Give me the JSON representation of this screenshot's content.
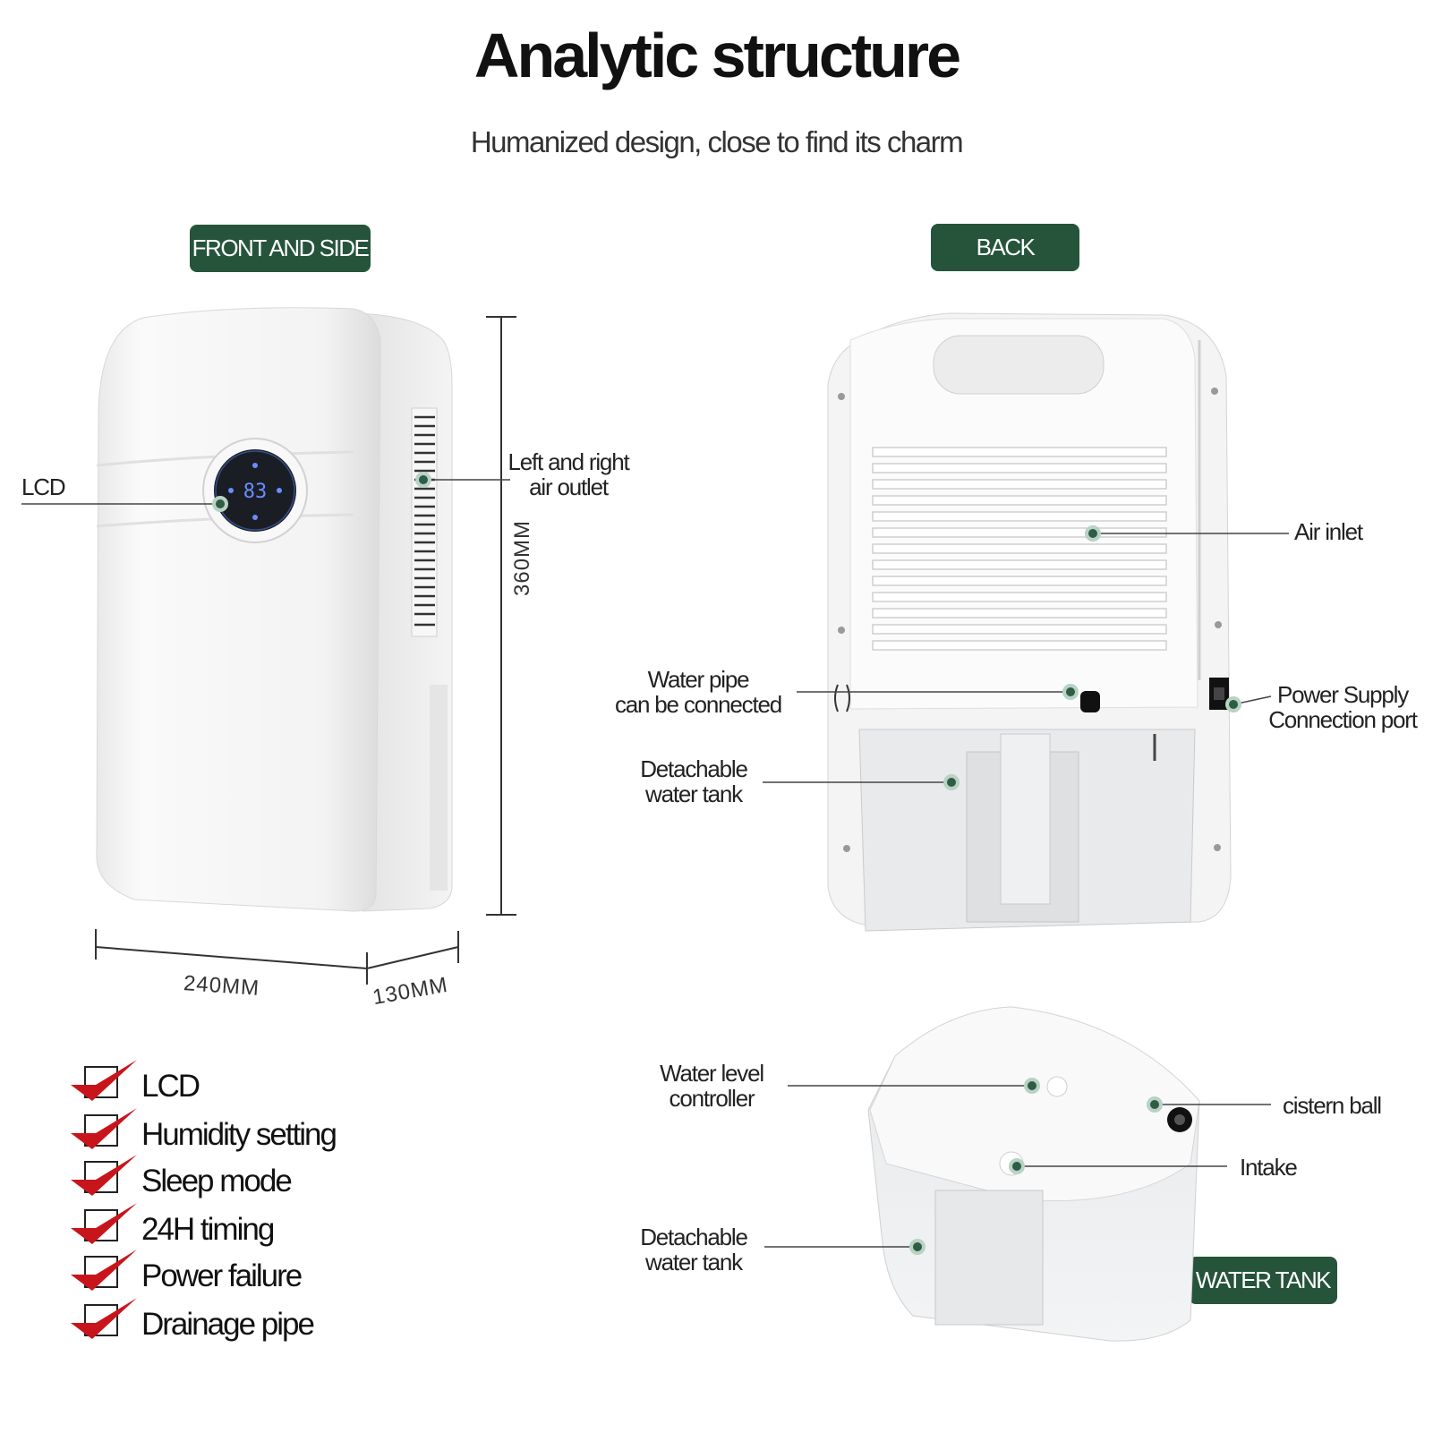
{
  "header": {
    "title": "Analytic structure",
    "subtitle": "Humanized design, close to find its charm"
  },
  "sections": {
    "front_side": "FRONT AND SIDE",
    "back": "BACK",
    "water_tank": "WATER TANK"
  },
  "front_labels": {
    "lcd": "LCD",
    "air_outlet_line1": "Left and right",
    "air_outlet_line2": "air outlet"
  },
  "dimensions": {
    "height": "360MM",
    "width": "240MM",
    "depth": "130MM"
  },
  "back_labels": {
    "air_inlet": "Air inlet",
    "water_pipe_line1": "Water pipe",
    "water_pipe_line2": "can be connected",
    "power_line1": "Power Supply",
    "power_line2": "Connection port",
    "tank_line1": "Detachable",
    "tank_line2": "water tank"
  },
  "tank_labels": {
    "level_line1": "Water level",
    "level_line2": "controller",
    "cistern_ball": "cistern ball",
    "intake": "Intake",
    "tank_line1": "Detachable",
    "tank_line2": "water tank"
  },
  "lcd_display": "83",
  "features": [
    "LCD",
    "Humidity setting",
    "Sleep mode",
    "24H timing",
    "Power failure",
    "Drainage pipe"
  ],
  "colors": {
    "accent_green": "#25543b",
    "check_red": "#c8151b"
  }
}
